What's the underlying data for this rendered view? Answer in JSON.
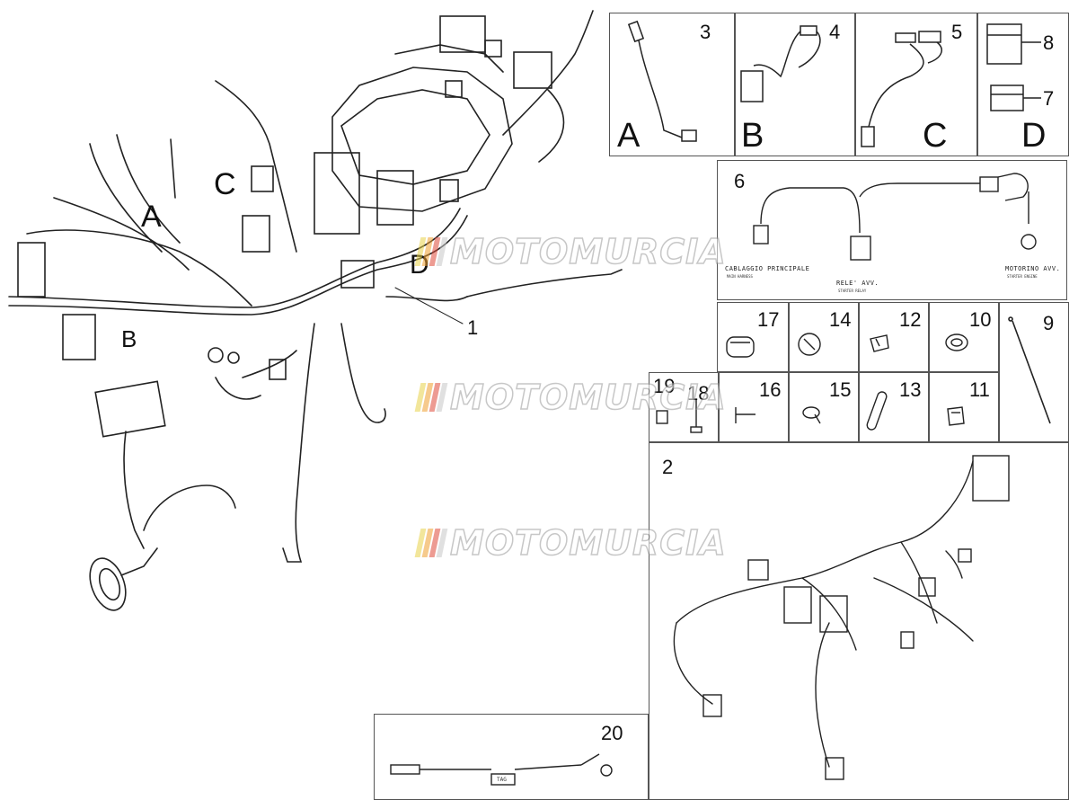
{
  "main_view": {
    "letters": [
      "A",
      "B",
      "C",
      "D"
    ],
    "callout": "1"
  },
  "panels": {
    "p3": {
      "num": "3",
      "letter": "A"
    },
    "p4": {
      "num": "4",
      "letter": "B"
    },
    "p5": {
      "num": "5",
      "letter": "C"
    },
    "pD": {
      "num_top": "8",
      "num_bottom": "7",
      "letter": "D"
    },
    "p6": {
      "num": "6",
      "label_main": "CABLAGGIO PRINCIPALE",
      "label_main_sub": "MAIN HARNESS",
      "label_relay": "RELE' AVV.",
      "label_relay_sub": "STARTER RELAY",
      "label_motor": "MOTORINO AVV.",
      "label_motor_sub": "STARTER ENGINE"
    },
    "small_parts": [
      "17",
      "14",
      "12",
      "10",
      "9",
      "19",
      "18",
      "16",
      "15",
      "13",
      "11"
    ],
    "p2": {
      "num": "2"
    },
    "p20": {
      "num": "20",
      "tag": "TAG"
    }
  },
  "watermark": {
    "text": "MOTOMURCIA",
    "colors": [
      "#e8d24a",
      "#f0a030",
      "#e04a3a",
      "#c8c8c8"
    ]
  }
}
